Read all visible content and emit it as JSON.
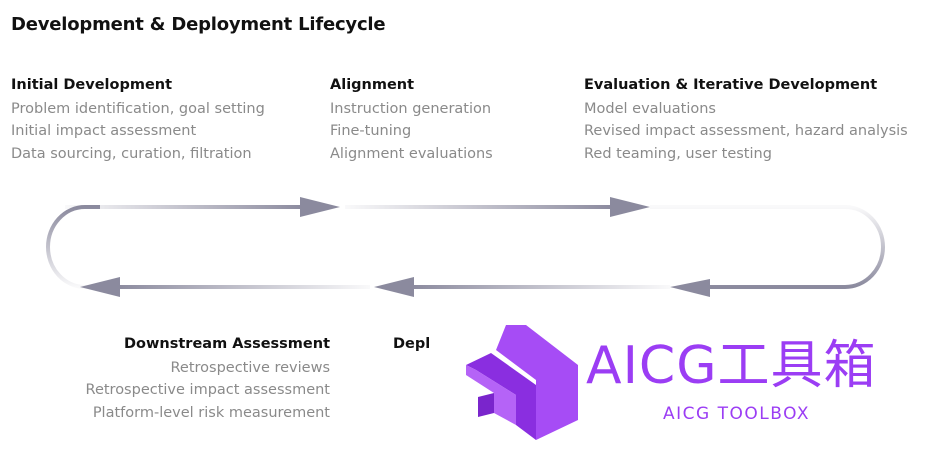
{
  "title": "Development & Deployment Lifecycle",
  "stages": {
    "initial": {
      "heading": "Initial Development",
      "items": [
        "Problem identification, goal setting",
        "Initial impact assessment",
        "Data sourcing, curation, filtration"
      ]
    },
    "alignment": {
      "heading": "Alignment",
      "items": [
        "Instruction generation",
        "Fine-tuning",
        "Alignment evaluations"
      ]
    },
    "evaluation": {
      "heading": "Evaluation & Iterative Development",
      "items": [
        "Model evaluations",
        "Revised impact assessment, hazard analysis",
        "Red teaming, user testing"
      ]
    },
    "downstream": {
      "heading": "Downstream Assessment",
      "items": [
        "Retrospective reviews",
        "Retrospective impact assessment",
        "Platform-level risk measurement"
      ]
    },
    "deployment": {
      "heading": "Depl"
    }
  },
  "watermark": {
    "brand": "AICG工具箱",
    "sub": "AICG TOOLBOX",
    "color": "#9b3df4"
  },
  "colors": {
    "arrow": "#8b8a9e",
    "heading": "#111111",
    "body": "#8a8a8a"
  }
}
